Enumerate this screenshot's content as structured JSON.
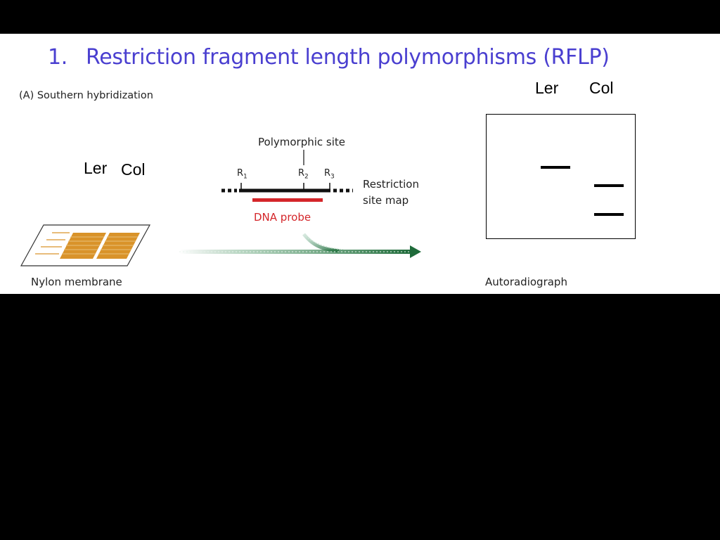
{
  "title": {
    "number": "1.",
    "text": "Restriction fragment length polymorphisms (RFLP)"
  },
  "panel": {
    "label": "(A) Southern hybridization"
  },
  "left_lanes": {
    "ler": "Ler",
    "col": "Col"
  },
  "restriction_map": {
    "polymorphic_site": "Polymorphic site",
    "sites": [
      {
        "letter": "R",
        "index": "1"
      },
      {
        "letter": "R",
        "index": "2"
      },
      {
        "letter": "R",
        "index": "3"
      }
    ],
    "map_label_line1": "Restriction",
    "map_label_line2": "site map",
    "probe_label": "DNA probe"
  },
  "membrane": {
    "label": "Nylon membrane"
  },
  "autoradiograph": {
    "label": "Autoradiograph",
    "lane_ler": "Ler",
    "lane_col": "Col"
  },
  "colors": {
    "title": "#4a3fd0",
    "probe": "#d4262a",
    "arrow": "#1f6b3a",
    "membrane_bands": "#d9932a"
  }
}
